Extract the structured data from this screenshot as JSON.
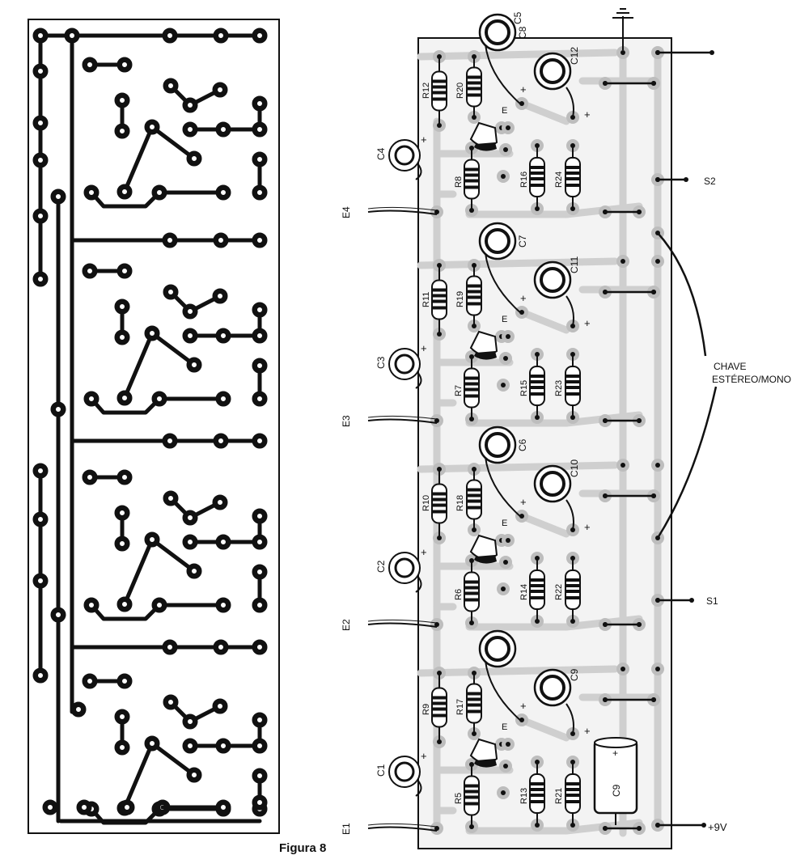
{
  "figure_caption": "Figura 8",
  "component_labels": {
    "caps_small": [
      "C1",
      "C2",
      "C3",
      "C4"
    ],
    "caps_top": [
      "C5",
      "C6",
      "C7",
      "C8"
    ],
    "caps_right": [
      "C9",
      "C10",
      "C11",
      "C12"
    ],
    "caps_power": "C9",
    "res_left": [
      "R9",
      "R10",
      "R11",
      "R12"
    ],
    "res_mid_top": [
      "R17",
      "R18",
      "R19",
      "R20"
    ],
    "res_mid_bot": [
      "R5",
      "R6",
      "R7",
      "R8"
    ],
    "res_r13": [
      "R13",
      "R14",
      "R15",
      "R16"
    ],
    "res_r21": [
      "R21",
      "R22",
      "R23",
      "R24"
    ],
    "inputs": [
      "E1",
      "E2",
      "E3",
      "E4"
    ],
    "emitter": "E",
    "plus": "+"
  },
  "connections": {
    "s2": "S2",
    "s1": "S1",
    "switch_line1": "CHAVE",
    "switch_line2": "ESTÉREO/MONO",
    "power": "+9V"
  },
  "colors": {
    "ink": "#111111",
    "board_tint": "#d9d9d9",
    "trace_tint": "#bdbdbd"
  }
}
